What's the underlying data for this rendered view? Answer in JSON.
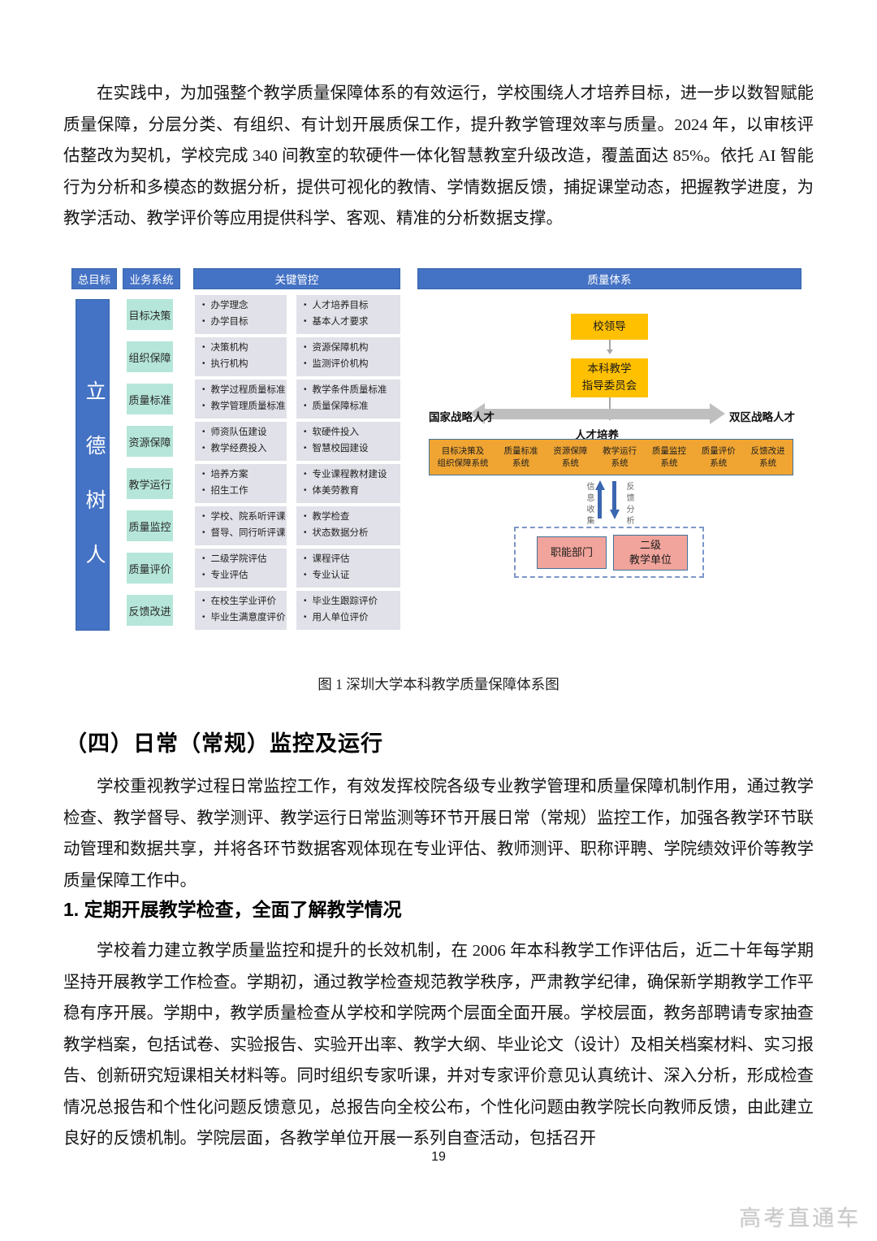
{
  "document": {
    "paragraph1": "在实践中，为加强整个教学质量保障体系的有效运行，学校围绕人才培养目标，进一步以数智赋能质量保障，分层分类、有组织、有计划开展质保工作，提升教学管理效率与质量。2024 年，以审核评估整改为契机，学校完成 340 间教室的软硬件一体化智慧教室升级改造，覆盖面达 85%。依托 AI 智能行为分析和多模态的数据分析，提供可视化的教情、学情数据反馈，捕捉课堂动态，把握教学进度，为教学活动、教学评价等应用提供科学、客观、精准的分析数据支撑。",
    "figure_caption": "图 1 深圳大学本科教学质量保障体系图",
    "section_heading": "（四）日常（常规）监控及运行",
    "paragraph2": "学校重视教学过程日常监控工作，有效发挥校院各级专业教学管理和质量保障机制作用，通过教学检查、教学督导、教学测评、教学运行日常监测等环节开展日常（常规）监控工作，加强各教学环节联动管理和数据共享，并将各环节数据客观体现在专业评估、教师测评、职称评聘、学院绩效评价等教学质量保障工作中。",
    "subsection_heading": "1. 定期开展教学检查，全面了解教学情况",
    "paragraph3": "学校着力建立教学质量监控和提升的长效机制，在 2006 年本科教学工作评估后，近二十年每学期坚持开展教学工作检查。学期初，通过教学检查规范教学秩序，严肃教学纪律，确保新学期教学工作平稳有序开展。学期中，教学质量检查从学校和学院两个层面全面开展。学校层面，教务部聘请专家抽查教学档案，包括试卷、实验报告、实验开出率、教学大纲、毕业论文（设计）及相关档案材料、实习报告、创新研究短课相关材料等。同时组织专家听课，并对专家评价意见认真统计、深入分析，形成检查情况总报告和个性化问题反馈意见，总报告向全校公布，个性化问题由教学院长向教师反馈，由此建立良好的反馈机制。学院层面，各教学单位开展一系列自查活动，包括召开",
    "page_number": "19",
    "watermark": "高考直通车"
  },
  "diagram": {
    "headers": {
      "overall_goal": "总目标",
      "business_system": "业务系统",
      "key_control": "关键管控",
      "quality_system": "质量体系"
    },
    "moral_goal": "立德树人",
    "rows": [
      {
        "system": "目标决策",
        "left": [
          "办学理念",
          "办学目标"
        ],
        "right": [
          "人才培养目标",
          "基本人才要求"
        ]
      },
      {
        "system": "组织保障",
        "left": [
          "决策机构",
          "执行机构"
        ],
        "right": [
          "资源保障机构",
          "监测评价机构"
        ]
      },
      {
        "system": "质量标准",
        "left": [
          "教学过程质量标准",
          "教学管理质量标准"
        ],
        "right": [
          "教学条件质量标准",
          "质量保障标准"
        ]
      },
      {
        "system": "资源保障",
        "left": [
          "师资队伍建设",
          "教学经费投入"
        ],
        "right": [
          "软硬件投入",
          "智慧校园建设"
        ]
      },
      {
        "system": "教学运行",
        "left": [
          "培养方案",
          "招生工作"
        ],
        "right": [
          "专业课程教材建设",
          "体美劳教育"
        ]
      },
      {
        "system": "质量监控",
        "left": [
          "学校、院系听评课",
          "督导、同行听评课"
        ],
        "right": [
          "教学检查",
          "状态数据分析"
        ]
      },
      {
        "system": "质量评价",
        "left": [
          "二级学院评估",
          "专业评估"
        ],
        "right": [
          "课程评估",
          "专业认证"
        ]
      },
      {
        "system": "反馈改进",
        "left": [
          "在校生学业评价",
          "毕业生满意度评价"
        ],
        "right": [
          "毕业生跟踪评价",
          "用人单位评价"
        ]
      }
    ],
    "chart": {
      "leader": "校领导",
      "committee": "本科教学\n指导委员会",
      "left_talent": "国家战略人才",
      "right_talent": "双区战略人才",
      "talent_label": "人才培养",
      "systems": [
        "目标决策及\n组织保障系统",
        "质量标准\n系统",
        "资源保障\n系统",
        "教学运行\n系统",
        "质量监控\n系统",
        "质量评价\n系统",
        "反馈改进\n系统"
      ],
      "info_collect": "信息收集",
      "feedback_analysis": "反馈分析",
      "functional_dept": "职能部门",
      "secondary_unit": "二级\n教学单位"
    },
    "colors": {
      "header_blue": "#4472C4",
      "teal": "#B5E6D9",
      "gray_box": "#E1E1E9",
      "yellow": "#FFC000",
      "orange_bar": "#F0A532",
      "pink": "#F1A49B",
      "arrow_gray": "#BFBFBF",
      "arrow_blue": "#3B66B0"
    }
  }
}
